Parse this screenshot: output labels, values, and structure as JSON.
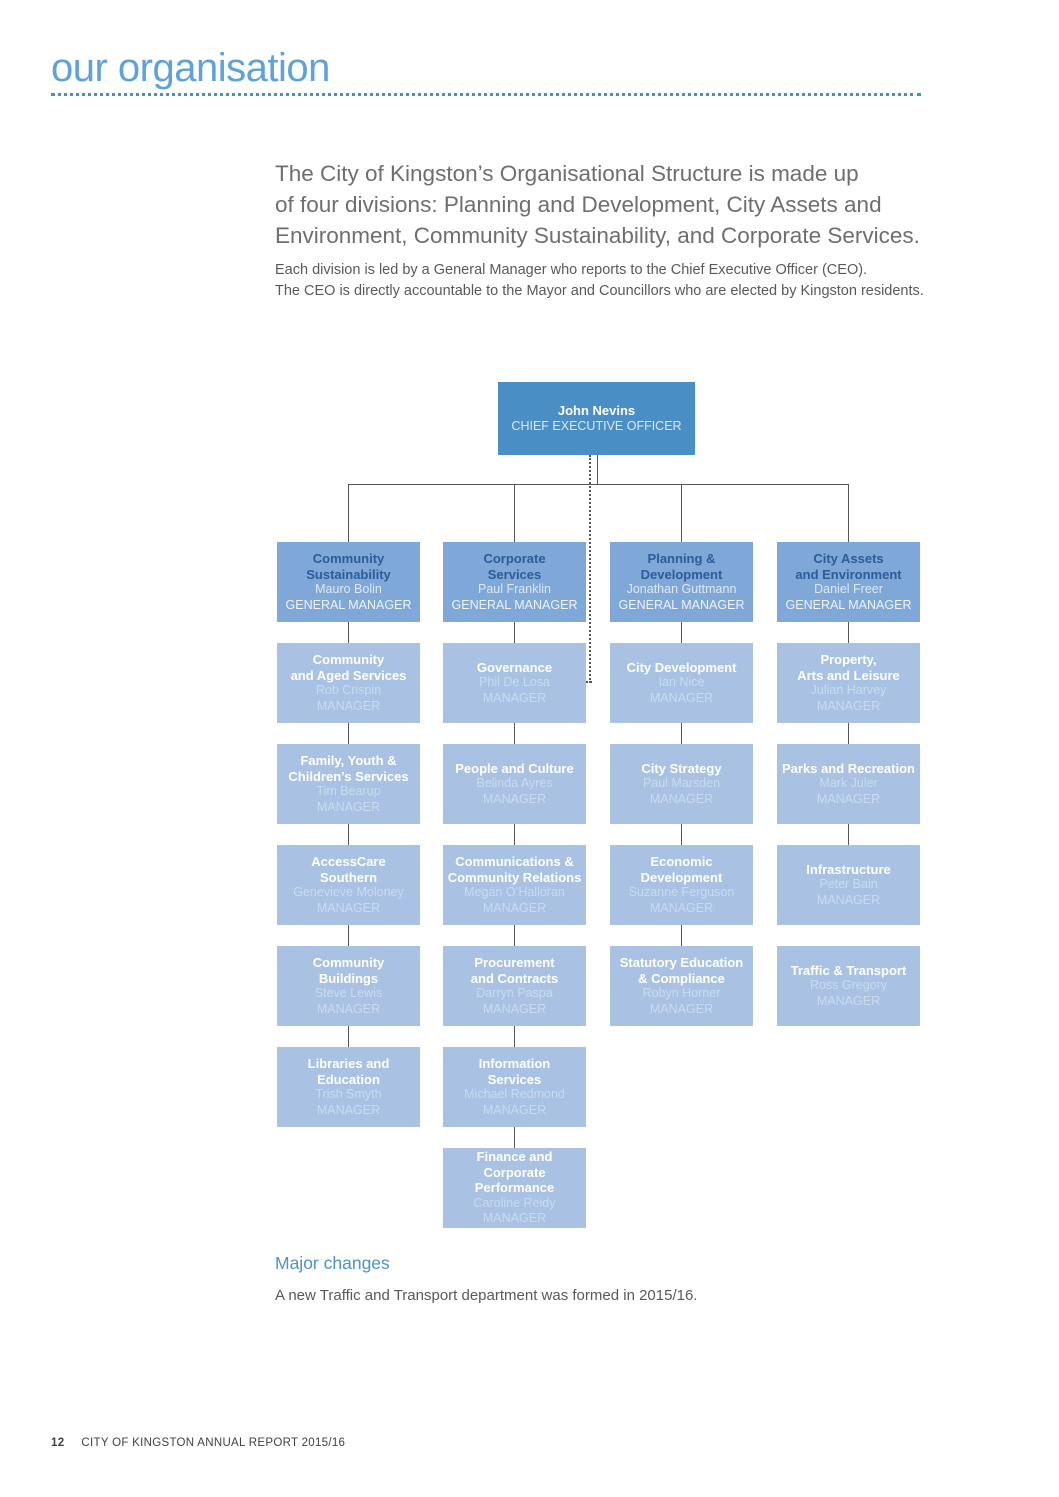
{
  "header": {
    "title": "our organisation"
  },
  "intro": {
    "lead": "The City of Kingston’s Organisational Structure is made up\nof four divisions: Planning and Development, City Assets and\nEnvironment, Community Sustainability, and Corporate Services.",
    "body": "Each division is led by a General Manager who reports to the Chief Executive Officer (CEO).\nThe CEO is directly accountable to the Mayor and Councillors who are elected by Kingston residents."
  },
  "colors": {
    "accent_blue": "#5ea2d9",
    "dotted_rule_blue": "#4a90c8",
    "ceo_box_blue": "#4a8ec6",
    "general_manager_box_blue": "#7fa7d7",
    "manager_box_blue": "#a9c2e4",
    "box_title_dark_blue": "#2d5c98",
    "connector_gray": "#54565a",
    "body_text_gray": "#58595b"
  },
  "org_chart": {
    "ceo": {
      "name": "John Nevins",
      "role": "CHIEF EXECUTIVE OFFICER"
    },
    "divisions": [
      {
        "title": "Community\nSustainability",
        "name": "Mauro Bolin",
        "role": "GENERAL MANAGER",
        "departments": [
          {
            "title": "Community\nand Aged Services",
            "name": "Rob Crispin",
            "role": "MANAGER"
          },
          {
            "title": "Family, Youth &\nChildren’s Services",
            "name": "Tim Bearup",
            "role": "MANAGER"
          },
          {
            "title": "AccessCare Southern",
            "name": "Genevieve Moloney",
            "role": "MANAGER"
          },
          {
            "title": "Community\nBuildings",
            "name": "Steve Lewis",
            "role": "MANAGER"
          },
          {
            "title": "Libraries and\nEducation",
            "name": "Trish Smyth",
            "role": "MANAGER"
          }
        ]
      },
      {
        "title": "Corporate\nServices",
        "name": "Paul Franklin",
        "role": "GENERAL MANAGER",
        "departments": [
          {
            "title": "Governance",
            "name": "Phil De Losa",
            "role": "MANAGER"
          },
          {
            "title": "People and Culture",
            "name": "Belinda Ayres",
            "role": "MANAGER"
          },
          {
            "title": "Communications &\nCommunity Relations",
            "name": "Megan O’Halloran",
            "role": "MANAGER"
          },
          {
            "title": "Procurement\nand Contracts",
            "name": "Darryn Paspa",
            "role": "MANAGER"
          },
          {
            "title": "Information\nServices",
            "name": "Michael Redmond",
            "role": "MANAGER"
          },
          {
            "title": "Finance and Corporate\nPerformance",
            "name": "Caroline Reidy",
            "role": "MANAGER"
          }
        ]
      },
      {
        "title": "Planning &\nDevelopment",
        "name": "Jonathan Guttmann",
        "role": "GENERAL MANAGER",
        "departments": [
          {
            "title": "City Development",
            "name": "Ian Nice",
            "role": "MANAGER"
          },
          {
            "title": "City Strategy",
            "name": "Paul Marsden",
            "role": "MANAGER"
          },
          {
            "title": "Economic\nDevelopment",
            "name": "Suzanne Ferguson",
            "role": "MANAGER"
          },
          {
            "title": "Statutory Education\n& Compliance",
            "name": "Robyn Horner",
            "role": "MANAGER"
          }
        ]
      },
      {
        "title": "City Assets\nand Environment",
        "name": "Daniel Freer",
        "role": "GENERAL MANAGER",
        "departments": [
          {
            "title": "Property,\nArts and Leisure",
            "name": "Julian Harvey",
            "role": "MANAGER"
          },
          {
            "title": "Parks and Recreation",
            "name": "Mark Juler",
            "role": "MANAGER"
          },
          {
            "title": "Infrastructure",
            "name": "Peter Bain",
            "role": "MANAGER"
          },
          {
            "title": "Traffic & Transport",
            "name": "Ross Gregory",
            "role": "MANAGER"
          }
        ]
      }
    ]
  },
  "major_changes": {
    "heading": "Major changes",
    "body": "A new Traffic and Transport department was formed in 2015/16."
  },
  "footer": {
    "page_number": "12",
    "text": "CITY OF KINGSTON ANNUAL REPORT 2015/16"
  }
}
